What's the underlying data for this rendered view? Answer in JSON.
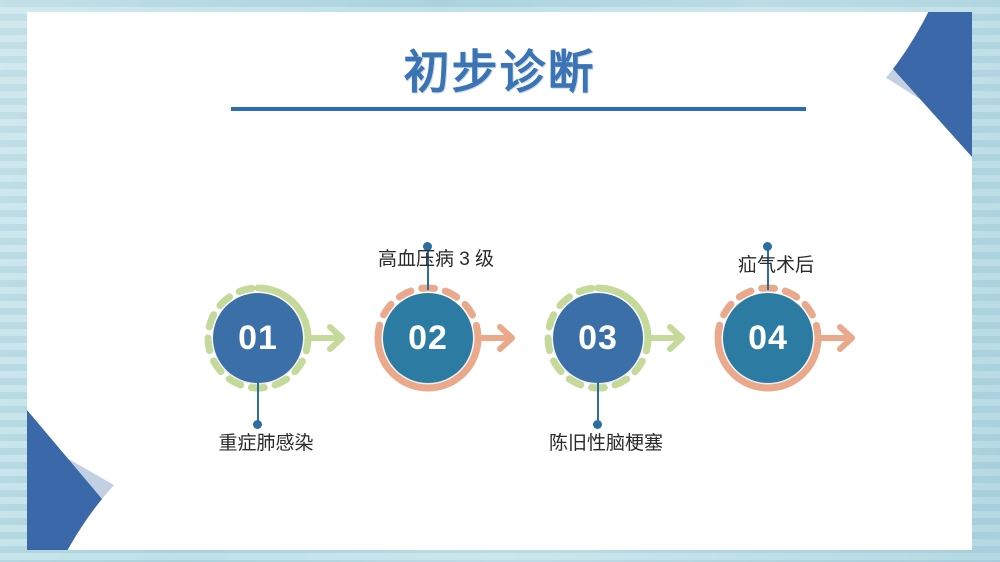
{
  "slide": {
    "title": "初步诊断",
    "accent_color": "#3a74b5",
    "rule_color": "#2a6db5",
    "background_color": "#bde0e8",
    "sheet_color": "#ffffff"
  },
  "steps": [
    {
      "number": "01",
      "label": "重症肺感染",
      "label_position": "below",
      "bubble_color": "#3a6fa8",
      "ring_color": "#c5d99b",
      "arrow_color": "#c5d99b"
    },
    {
      "number": "02",
      "label": "高血压病 3 级",
      "label_position": "above",
      "bubble_color": "#2b7ba3",
      "ring_color": "#eba98c",
      "arrow_color": "#eba98c"
    },
    {
      "number": "03",
      "label": "陈旧性脑梗塞",
      "label_position": "below",
      "bubble_color": "#3a6fa8",
      "ring_color": "#c5d99b",
      "arrow_color": "#c5d99b"
    },
    {
      "number": "04",
      "label": "疝气术后",
      "label_position": "above",
      "bubble_color": "#2b7ba3",
      "ring_color": "#eba98c",
      "arrow_color": "#eba98c"
    }
  ],
  "decor": {
    "dark_wedge_color": "#3a68a8",
    "light_wedge_color": "#c3d0e3",
    "connector_color": "#2d6ea0"
  }
}
